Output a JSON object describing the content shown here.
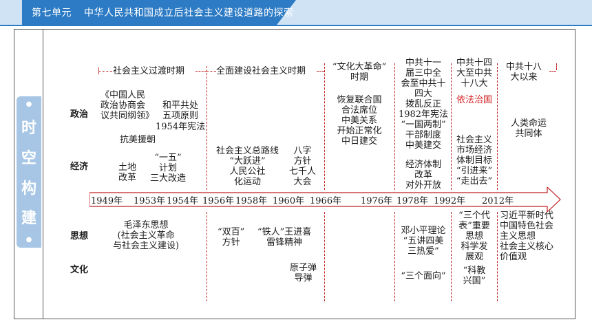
{
  "header": {
    "unit": "第七单元",
    "title": "中华人民共和国成立后社会主义建设道路的探索"
  },
  "side_tab": {
    "chars": [
      "时",
      "空",
      "构",
      "建"
    ]
  },
  "row_labels": [
    "政治",
    "经济",
    "思想",
    "文化"
  ],
  "periods": [
    "社会主义过渡时期",
    "全面建设社会主义时期",
    "“文化大革命”\n时期",
    "中共十一\n届三中全\n会至中共十\n四大",
    "中共十四\n大至中共\n十八大",
    "中共十八\n大以来"
  ],
  "years": [
    "1949年",
    "1953年",
    "1954年",
    "1956年",
    "1958年",
    "1960年",
    "1966年",
    "1976年",
    "1978年",
    "1992年",
    "2012年"
  ],
  "cells": {
    "p1_politics_a": "《中国人民\n政治协商会\n议共同纲领》",
    "p1_politics_b": "和平共处\n五项原则",
    "p1_politics_c": "1954年宪法",
    "p1_politics_d": "抗美援朝",
    "p1_economy_a": "土地\n改革",
    "p1_economy_b": "“一五”\n计划\n三大改造",
    "p1_thought": "毛泽东思想\n(社会主义革命\n与社会主义建设)",
    "p2_economy_a": "社会主义总路线\n“大跃进”\n人民公社\n化运动",
    "p2_economy_b": "八字\n方针\n七千人\n大会",
    "p2_thought_a": "“双百”\n方针",
    "p2_thought_b": "“铁人”王进喜\n雷锋精神",
    "p2_culture": "原子弹\n导弹",
    "p3_politics": "恢复联合国\n合法席位\n中美关系\n开始正常化\n中日建交",
    "p4_politics": "拨乱反正\n1982年宪法\n“一国两制”\n干部制度\n中美建交",
    "p4_economy": "经济体制\n改革\n对外开放",
    "p4_thought": "邓小平理论\n“五讲四美\n三热爱”",
    "p4_culture": "“三个面向”",
    "p5_politics_red": "依法治国",
    "p5_economy": "社会主义\n市场经济\n体制目标\n“引进来”\n“走出去”",
    "p5_thought": "“三个代\n表”重要\n思想\n科学发\n展观",
    "p5_culture": "“科教\n兴国”",
    "p6_politics": "人类命运\n共同体",
    "p6_thought": "习近平新时代\n中国特色社会\n主义思想\n社会主义核心\n价值观"
  },
  "colors": {
    "header_blue": "#2d7bc4",
    "header_light": "#cfe3f5",
    "tab_blue": "#a7c6e6",
    "accent_red": "#d42020"
  }
}
